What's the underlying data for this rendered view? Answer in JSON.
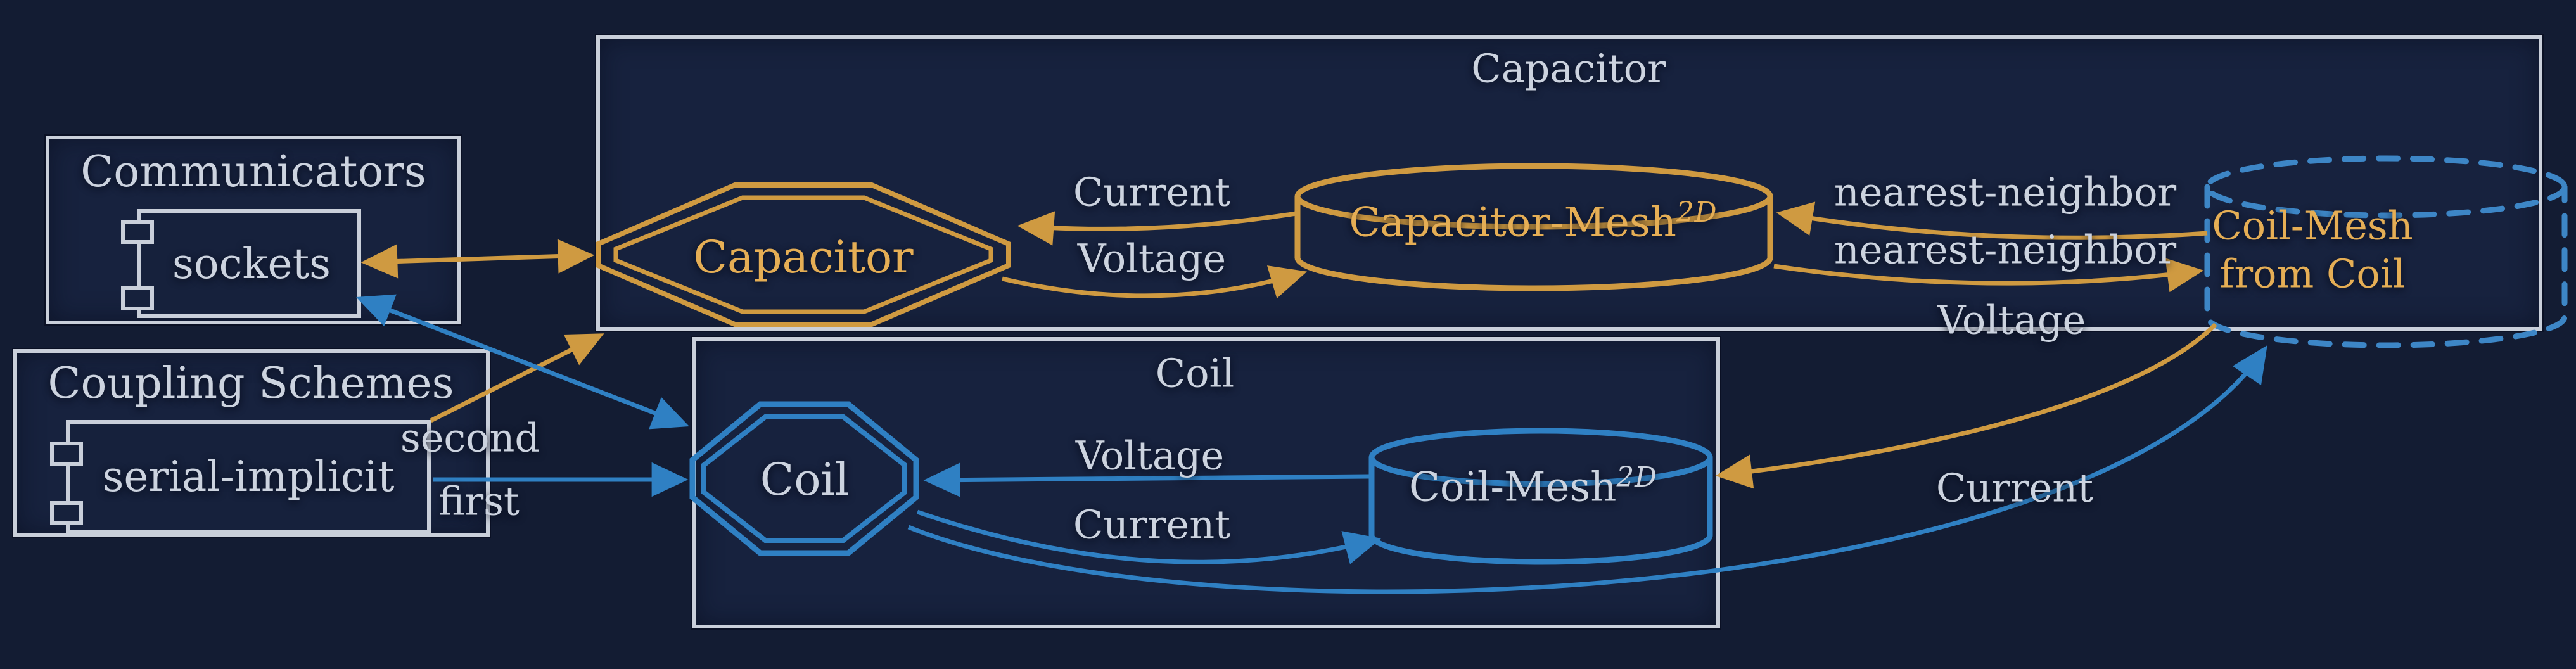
{
  "colors": {
    "background": "#131c33",
    "panel_border": "#c9cfda",
    "orange_stroke": "#cf9a41",
    "orange_text": "#e5ae55",
    "blue_stroke": "#2f80c3",
    "light_text": "#ccd3df"
  },
  "panels": {
    "communicators": {
      "title": "Communicators",
      "item_label": "sockets"
    },
    "coupling_schemes": {
      "title": "Coupling Schemes",
      "item_label": "serial-implicit"
    },
    "capacitor": {
      "title": "Capacitor"
    },
    "coil": {
      "title": "Coil"
    }
  },
  "nodes": {
    "capacitor_participant": {
      "label": "Capacitor"
    },
    "coil_participant": {
      "label": "Coil"
    },
    "capacitor_mesh": {
      "label": "Capacitor-Mesh",
      "sup": "2D"
    },
    "coil_mesh": {
      "label": "Coil-Mesh",
      "sup": "2D"
    },
    "coil_mesh_from_coil": {
      "line1": "Coil-Mesh",
      "line2": "from Coil"
    }
  },
  "edge_labels": {
    "current_top": "Current",
    "voltage_top": "Voltage",
    "nearest_neighbor_top": "nearest-neighbor",
    "nearest_neighbor_bottom": "nearest-neighbor",
    "voltage_right": "Voltage",
    "current_right": "Current",
    "voltage_coil": "Voltage",
    "current_coil": "Current",
    "second": "second",
    "first": "first"
  }
}
